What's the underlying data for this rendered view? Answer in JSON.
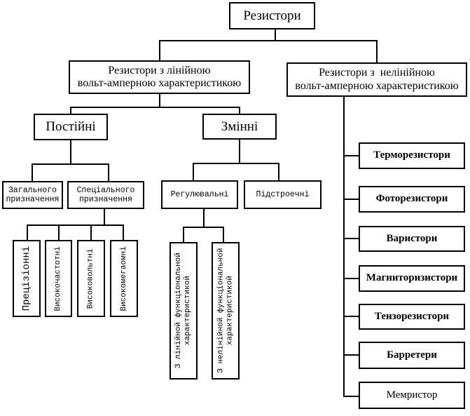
{
  "diagram": {
    "root": "Резистори",
    "linear": {
      "line1": "Резистори з лінійною",
      "line2": "вольт-амперною характеристикою",
      "fixed": {
        "label": "Постійні",
        "general": {
          "line1": "Загального",
          "line2": "призначення"
        },
        "special": {
          "line1": "Спеціального",
          "line2": "призначення",
          "children": [
            "Прецізіонні",
            "Високочастотні",
            "Високовольтні",
            "Високомегаомні"
          ]
        }
      },
      "variable": {
        "label": "Змінні",
        "adjustable": {
          "label": "Регулювальні",
          "children": [
            {
              "line1": "З лінійной функціональной",
              "line2": "характеристикой"
            },
            {
              "line1": "З нелінійной функціональной",
              "line2": "характеристикой"
            }
          ]
        },
        "trimmer": {
          "label": "Підстроечні"
        }
      }
    },
    "nonlinear": {
      "line1": "Резистори з  нелінійною",
      "line2": "вольт-амперною характеристикою",
      "children": [
        "Терморезистори",
        "Фоторезистори",
        "Варистори",
        "Магниторизистори",
        "Тензорезистори",
        "Барретери",
        "Мемристор"
      ]
    }
  }
}
